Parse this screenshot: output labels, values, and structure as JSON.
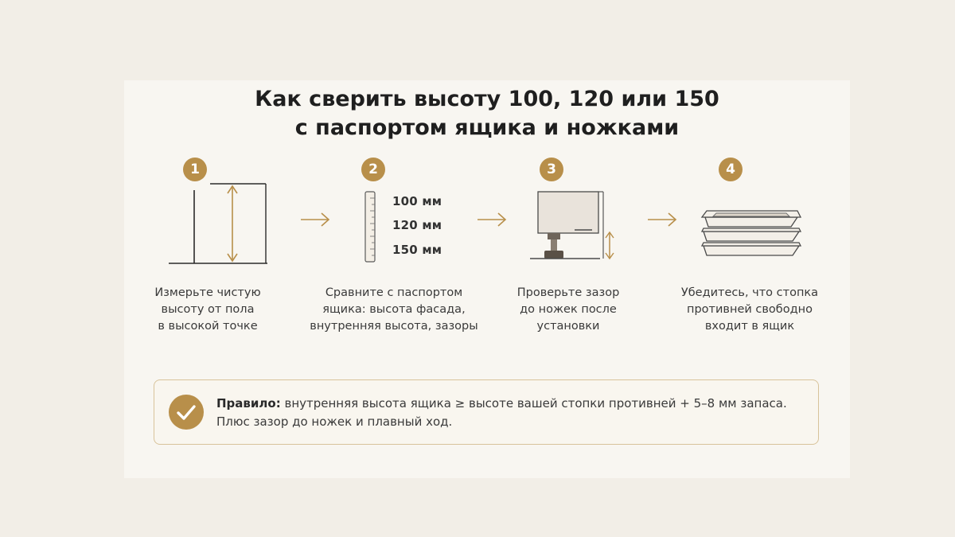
{
  "title": {
    "line1": "Как сверить высоту 100, 120 или 150",
    "line2": "с паспортом ящика и ножками"
  },
  "steps": [
    {
      "number": "1",
      "lines": [
        "Измерьте чистую",
        "высоту от пола",
        "в высокой точке"
      ]
    },
    {
      "number": "2",
      "lines": [
        "Сравните с паспортом",
        "ящика: высота фасада,",
        "внутренняя высота, зазоры"
      ],
      "heights": [
        "100 мм",
        "120 мм",
        "150 мм"
      ]
    },
    {
      "number": "3",
      "lines": [
        "Проверьте зазор",
        "до ножек после",
        "установки"
      ]
    },
    {
      "number": "4",
      "lines": [
        "Убедитесь, что стопка",
        "противней свободно",
        "входит в ящик"
      ]
    }
  ],
  "rule": {
    "label": "Правило:",
    "text1": " внутренняя высота ящика ≥ высоте вашей стопки противней + 5–8 мм запаса.",
    "text2": "Плюс зазор до ножек и плавный ход."
  },
  "colors": {
    "accent": "#b88f4a",
    "card": "#f8f6f1",
    "background": "#f2eee7"
  },
  "icons": [
    "arrow-right-icon",
    "check-icon"
  ]
}
